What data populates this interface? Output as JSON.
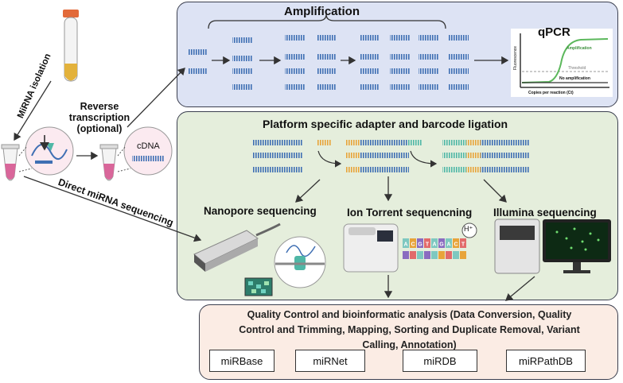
{
  "amplification": {
    "title": "Amplification"
  },
  "qpcr": {
    "title": "qPCR",
    "curve_label": "Amplification",
    "threshold_label": "Threshold",
    "no_amp_label": "No amplification",
    "y_axis_label": "Fluorescence",
    "x_axis_label": "Copies per reaction (Ct)"
  },
  "isolation": {
    "label": "MiRNA isolation"
  },
  "reverse_transcription": {
    "line1": "Reverse",
    "line2": "transcription",
    "line3": "(optional)"
  },
  "cdna": {
    "label": "cDNA"
  },
  "direct": {
    "label": "Direct miRNA sequencing"
  },
  "adapter": {
    "title": "Platform specific adapter and barcode ligation"
  },
  "platforms": {
    "nanopore": "Nanopore sequencing",
    "ion_torrent": "Ion Torrent sequencning",
    "illumina": "Illumina sequencing",
    "ion_symbol": "H⁺",
    "bases": [
      "A",
      "C",
      "G",
      "T",
      "A",
      "G",
      "A",
      "C",
      "T"
    ]
  },
  "qc": {
    "line1": "Quality Control and bioinformatic analysis (Data Conversion, Quality",
    "line2": "Control and Trimming, Mapping, Sorting and Duplicate Removal, Variant",
    "line3": "Calling, Annotation)"
  },
  "databases": [
    "miRBase",
    "miRNet",
    "miRDB",
    "miRPathDB"
  ],
  "colors": {
    "dna_blue": "#3f6fb3",
    "adapter_orange": "#e8a43a",
    "barcode_teal": "#4fb7a6",
    "curve_green": "#5cb85c",
    "tube_red": "#e26a3a",
    "liquid_pink": "#d9669a"
  }
}
